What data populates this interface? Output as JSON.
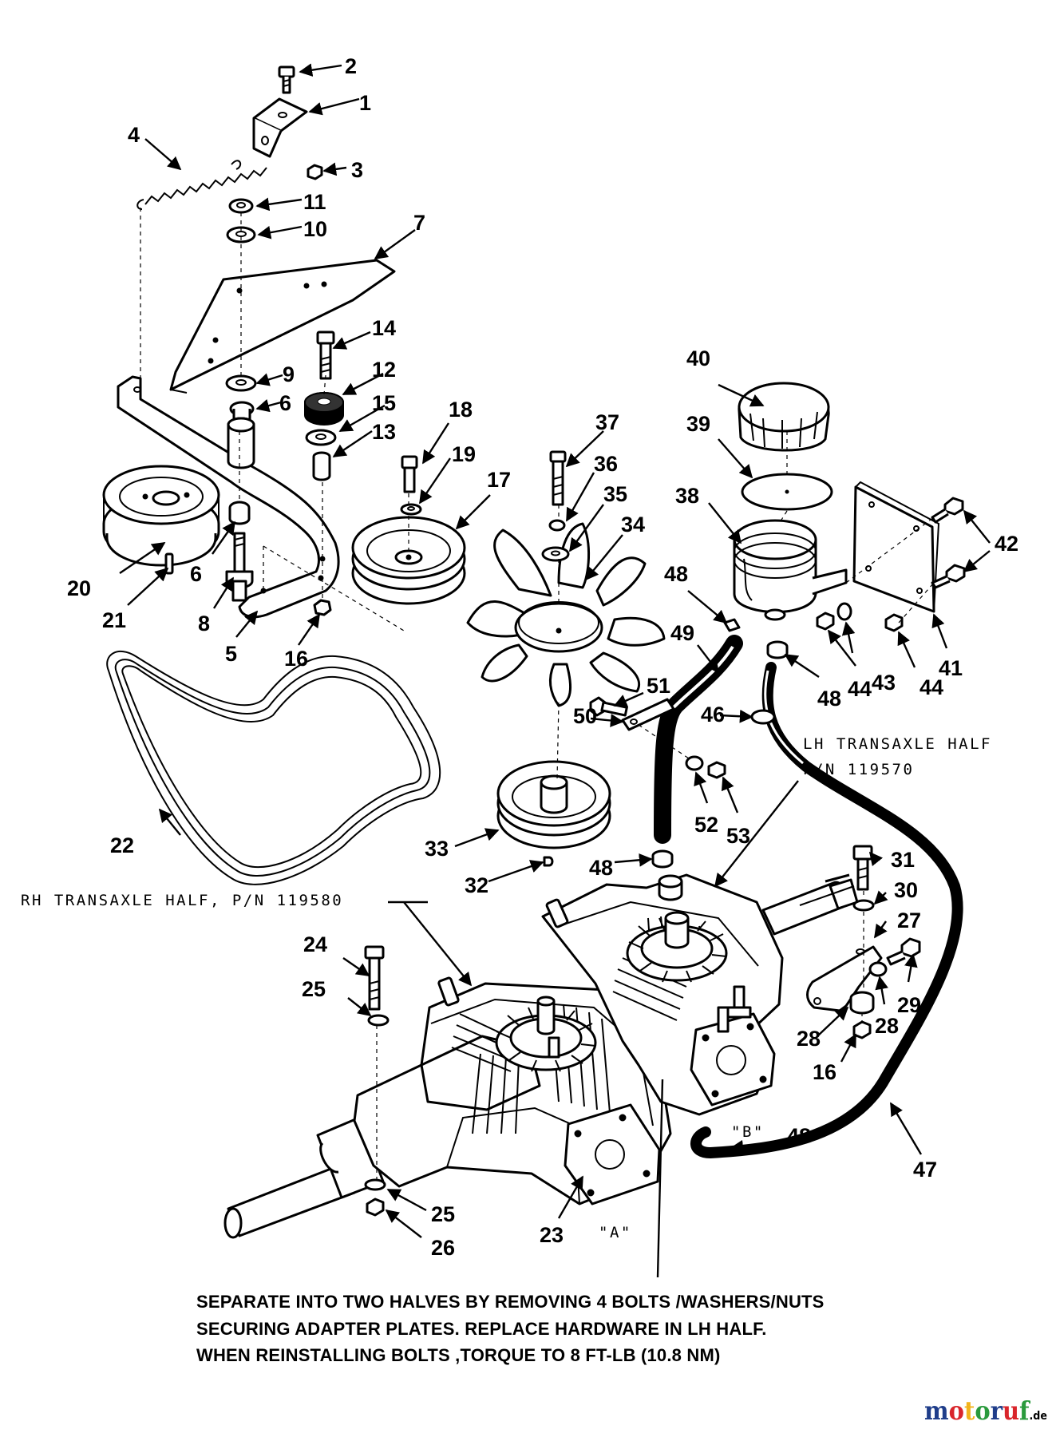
{
  "callouts": [
    "1",
    "2",
    "3",
    "4",
    "5",
    "6",
    "6",
    "7",
    "8",
    "9",
    "10",
    "11",
    "12",
    "13",
    "14",
    "15",
    "16",
    "16",
    "17",
    "18",
    "19",
    "20",
    "21",
    "22",
    "23",
    "24",
    "25",
    "25",
    "26",
    "27",
    "28",
    "28",
    "29",
    "30",
    "31",
    "32",
    "33",
    "34",
    "35",
    "36",
    "37",
    "38",
    "39",
    "40",
    "41",
    "42",
    "43",
    "44",
    "44",
    "46",
    "47",
    "48",
    "48",
    "48",
    "48",
    "49",
    "50",
    "51",
    "52",
    "53"
  ],
  "labels": {
    "rh_transaxle": "RH TRANSAXLE HALF, P/N 119580",
    "lh_transaxle_line1": "LH TRANSAXLE HALF",
    "lh_transaxle_line2": "P/N 119570",
    "marker_a": "\"A\"",
    "marker_b": "\"B\""
  },
  "note": {
    "line1": "SEPARATE INTO TWO HALVES BY REMOVING 4 BOLTS /WASHERS/NUTS",
    "line2": "SECURING ADAPTER PLATES.  REPLACE HARDWARE IN LH HALF.",
    "line3": "WHEN REINSTALLING BOLTS ,TORQUE TO 8 FT-LB (10.8 NM)"
  },
  "watermark": {
    "brand": "motoruf",
    "suffix": ".de",
    "colors": [
      "#1f3d8a",
      "#d9252b",
      "#f2b31c",
      "#2a9a3c",
      "#1f3d8a",
      "#d9252b",
      "#2a9a3c"
    ]
  }
}
